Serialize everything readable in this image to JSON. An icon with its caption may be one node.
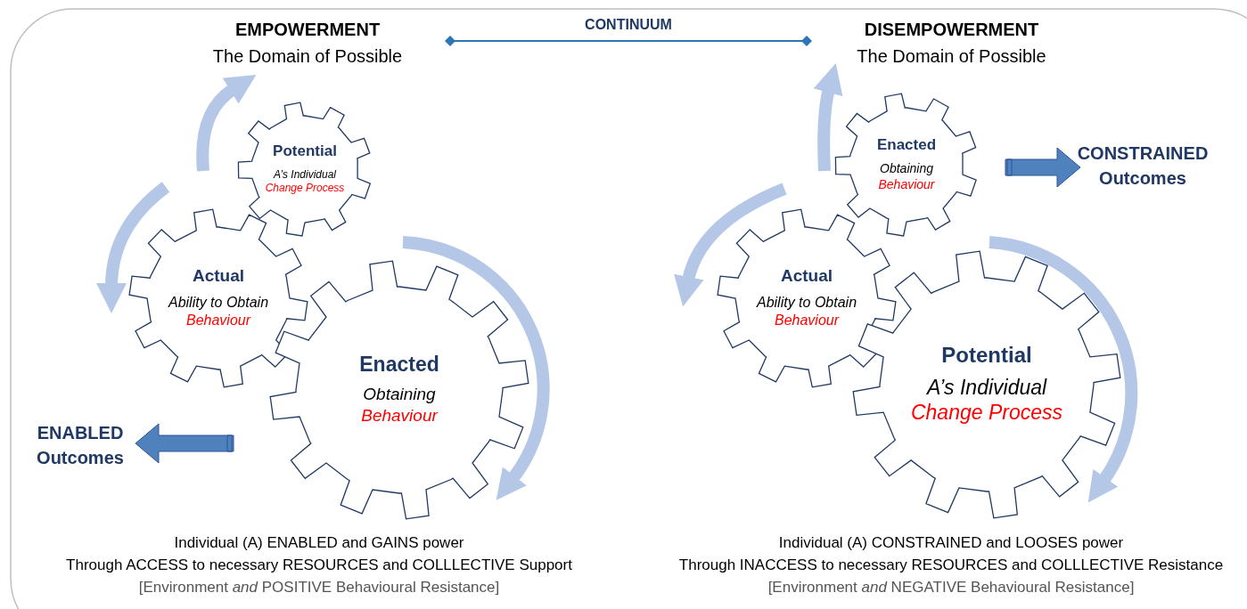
{
  "diagram": {
    "nodes": [
      {
        "text": [
          "EMPOWERMENT",
          "The Domain of Possible"
        ]
      },
      {
        "text": [
          "DISEMPOWERMENT",
          "The Domain of Possible"
        ]
      },
      {
        "text": [
          "Potential",
          "A’s Individual",
          "Change Process"
        ]
      },
      {
        "text": [
          "Actual",
          "Ability to Obtain",
          "Behaviour"
        ]
      },
      {
        "text": [
          "Enacted",
          "Obtaining",
          "Behaviour"
        ]
      },
      {
        "text": [
          "ENABLED Outcomes"
        ]
      },
      {
        "text": [
          "Enacted",
          "Obtaining",
          "Behaviour"
        ]
      },
      {
        "text": [
          "Actual",
          "Ability to Obtain",
          "Behaviour"
        ]
      },
      {
        "text": [
          "Potential",
          "A’s Individual",
          "Change Process"
        ]
      },
      {
        "text": [
          "CONSTRAINED Outcomes"
        ]
      }
    ],
    "edges": [
      {
        "from": 0,
        "to": 1,
        "arrow": "other",
        "label": "CONTINUUM"
      },
      {
        "from": null,
        "to": 5,
        "arrow": "to",
        "style": "thick"
      },
      {
        "from": null,
        "to": 9,
        "arrow": "to",
        "style": "thick"
      }
    ],
    "labels": [
      "Individual (A) ENABLED and GAINS power",
      "Through ACCESS to necessary RESOURCES and COLLLECTIVE Support",
      "[Environment *and* POSITIVE Behavioural Resistance]",
      "Individual (A) CONSTRAINED and LOOSES power",
      "Through INACCESS to necessary RESOURCES and COLLLECTIVE Resistance",
      "[Environment *and* NEGATIVE Behavioural Resistance]"
    ]
  }
}
